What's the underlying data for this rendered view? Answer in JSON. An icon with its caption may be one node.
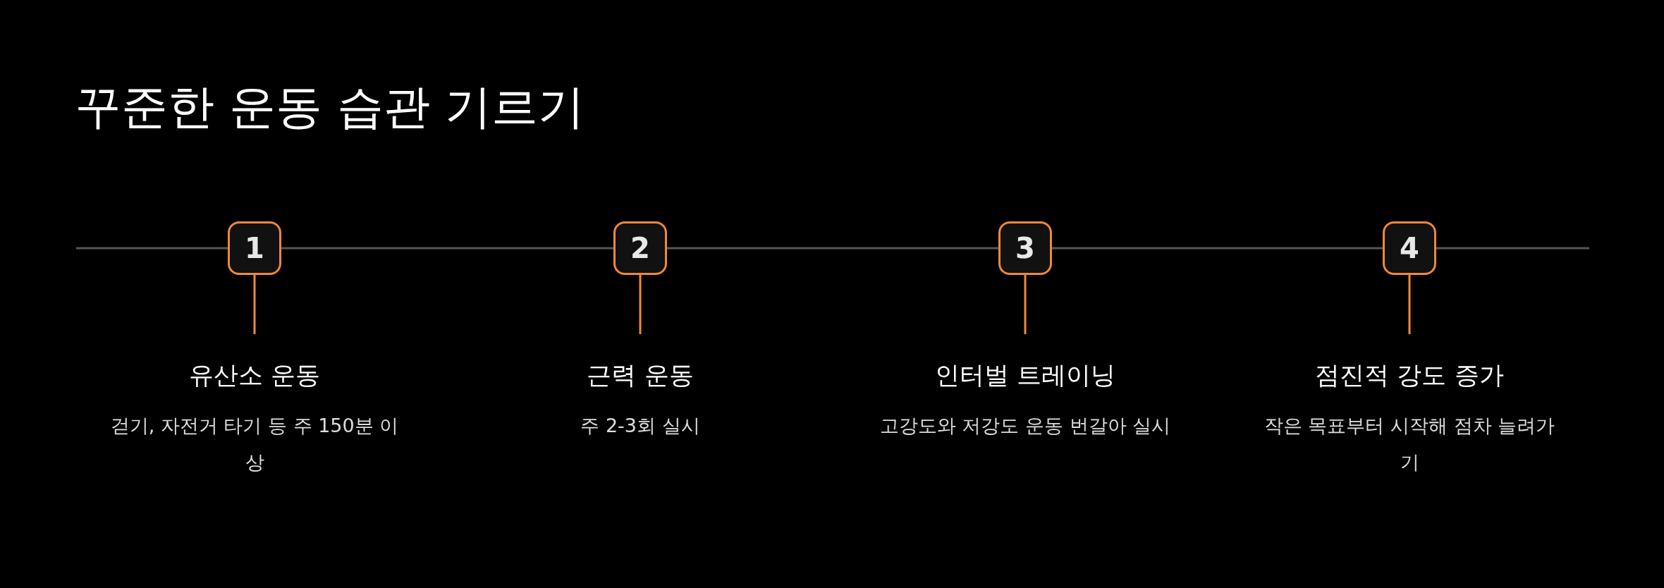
{
  "diagram": {
    "title": "꾸준한 운동 습관 기르기",
    "nodes": [
      {
        "text": [
          "1"
        ]
      },
      {
        "text": [
          "유산소 운동",
          "걷기, 자전거 타기 등 주 150분 이상"
        ]
      },
      {
        "text": [
          "2"
        ]
      },
      {
        "text": [
          "근력 운동",
          "주 2-3회 실시"
        ]
      },
      {
        "text": [
          "3"
        ]
      },
      {
        "text": [
          "인터벌 트레이닝",
          "고강도와 저강도 운동 번갈아 실시"
        ]
      },
      {
        "text": [
          "4"
        ]
      },
      {
        "text": [
          "점진적 강도 증가",
          "작은 목표부터 시작해 점차 늘려가기"
        ]
      }
    ],
    "edges": [
      {
        "from": 0,
        "to": 1,
        "arrow": "none"
      },
      {
        "from": 2,
        "to": 3,
        "arrow": "none"
      },
      {
        "from": 4,
        "to": 5,
        "arrow": "none"
      },
      {
        "from": 6,
        "to": 7,
        "arrow": "none"
      }
    ]
  }
}
